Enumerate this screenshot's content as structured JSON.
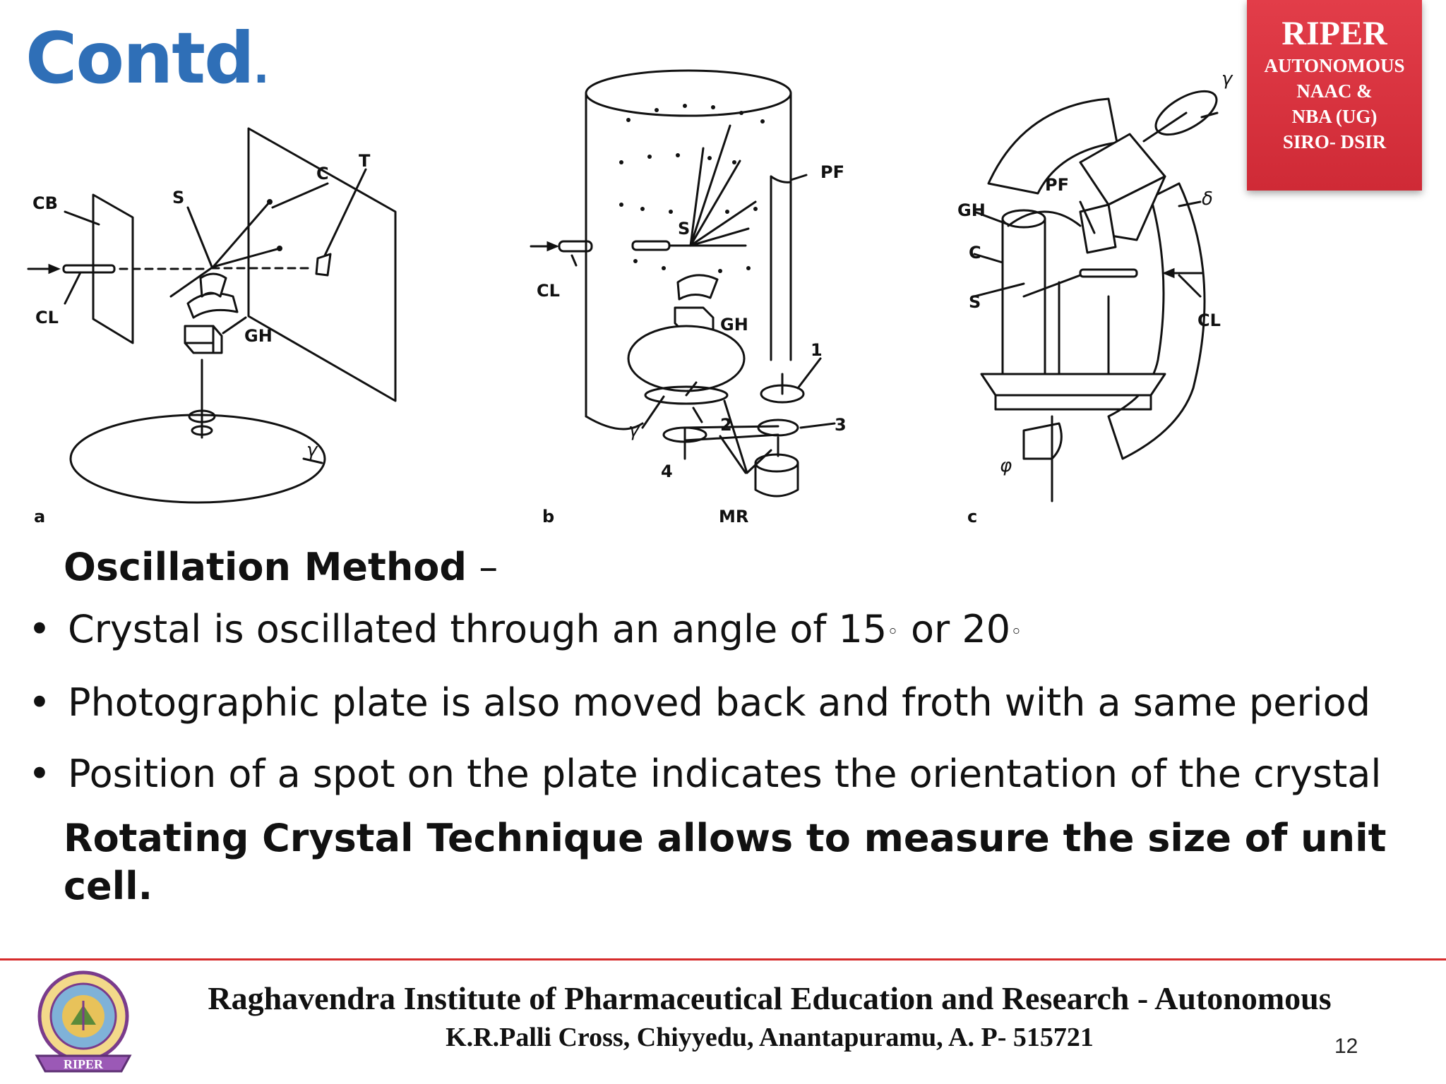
{
  "slide": {
    "title_main": "Contd",
    "title_dot": ".",
    "page_number": "12"
  },
  "badge": {
    "line1": "RIPER",
    "line2": "AUTONOMOUS",
    "line3": "NAAC &",
    "line4": "NBA (UG)",
    "line5": "SIRO- DSIR",
    "color": "#d9323e"
  },
  "figure": {
    "panel_a": {
      "id": "a",
      "labels": {
        "cb": "CB",
        "cl": "CL",
        "s": "S",
        "c": "C",
        "t": "T",
        "gh": "GH",
        "gamma": "γ"
      }
    },
    "panel_b": {
      "id": "b",
      "labels": {
        "cl": "CL",
        "s": "S",
        "pf": "PF",
        "gh": "GH",
        "gamma": "γ",
        "n1": "1",
        "n2": "2",
        "n3": "3",
        "n4": "4",
        "mr": "MR"
      }
    },
    "panel_c": {
      "id": "c",
      "labels": {
        "gamma": "γ",
        "pf": "PF",
        "delta": "δ",
        "gh": "GH",
        "c": "C",
        "s": "S",
        "cl": "CL",
        "phi": "φ"
      }
    }
  },
  "content": {
    "subheading": "Oscillation Method",
    "subheading_dash": " –",
    "bullet1_pre": "Crystal is oscillated through an angle of 15",
    "bullet1_deg1": "◦",
    "bullet1_mid": " or 20",
    "bullet1_deg2": "◦",
    "bullet2": "Photographic plate is also moved back and froth with a same period",
    "bullet3": "Position of a spot on the plate indicates the orientation of the crystal",
    "conclusion": "Rotating Crystal Technique allows to measure the size of unit cell."
  },
  "footer": {
    "institution": "Raghavendra Institute of Pharmaceutical Education and Research - Autonomous",
    "address": "K.R.Palli Cross, Chiyyedu, Anantapuramu, A. P- 515721",
    "logo_ribbon": "RIPER",
    "rule_color": "#d62b2b"
  }
}
